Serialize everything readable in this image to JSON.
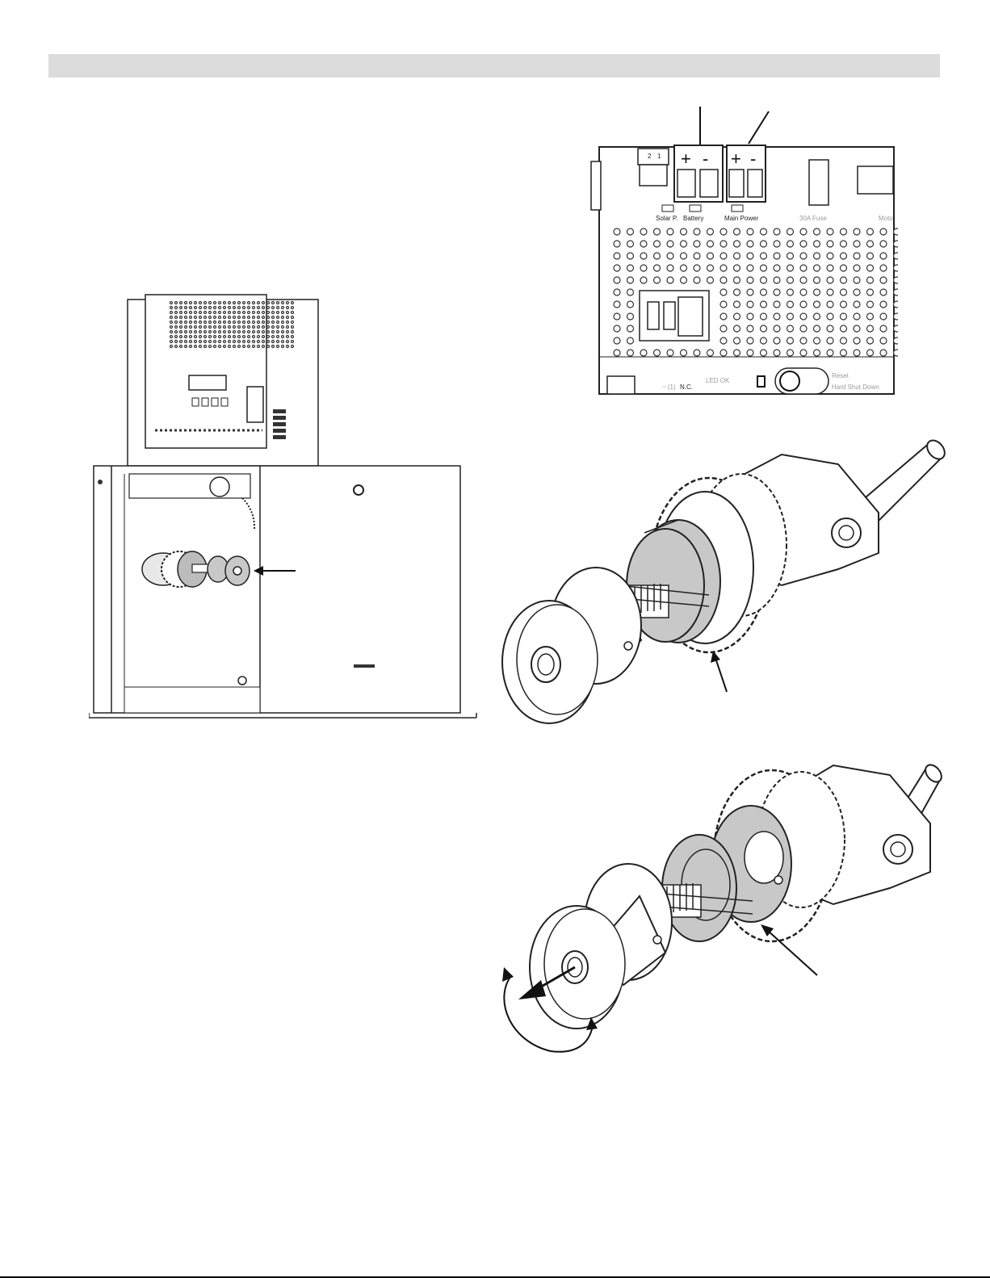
{
  "board": {
    "labels": {
      "solar": "Solar P.",
      "battery": "Battery",
      "main_power": "Main Power",
      "fuse": "30A Fuse",
      "motor": "Moto",
      "led_ok": "LED OK",
      "reset": "Reset",
      "hard_shut_down": "Hard Shut Down",
      "nc": "N.C.",
      "terminal_1": "1",
      "terminal_2": "2"
    }
  },
  "colors": {
    "header_bar": "#dcdcdc",
    "line": "#1a1a1a",
    "clutch_shade": "#c8c8c8"
  }
}
